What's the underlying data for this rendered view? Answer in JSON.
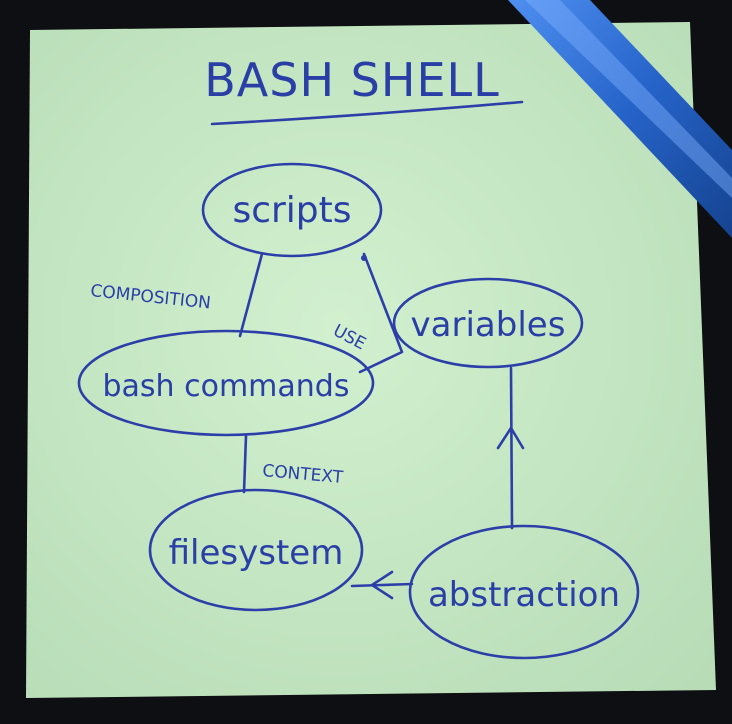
{
  "title": "BASH SHELL",
  "nodes": {
    "scripts": "scripts",
    "variables": "variables",
    "bash_commands": "bash commands",
    "filesystem": "filesystem",
    "abstraction": "abstraction"
  },
  "edge_labels": {
    "composition": "COMPOSITION",
    "use": "USE",
    "context": "CONTEXT"
  },
  "colors": {
    "paper": "#c9ebc8",
    "ink": "#2c3fa8",
    "background": "#0d0f12",
    "pen": "#2f6fd6"
  }
}
